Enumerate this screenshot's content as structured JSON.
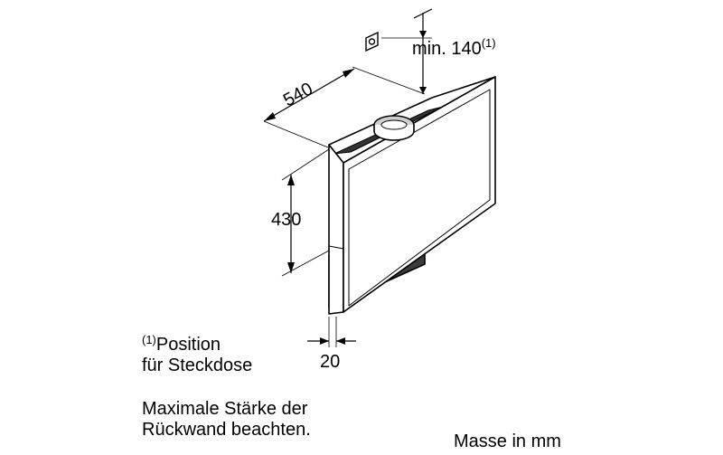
{
  "dimensions": {
    "depth": {
      "value": "540"
    },
    "height": {
      "value": "430"
    },
    "thickness": {
      "value": "20"
    },
    "socket_offset": {
      "prefix": "min. 140",
      "ref": "(1)"
    }
  },
  "notes": {
    "footnote": {
      "ref": "(1)",
      "line1": "Position",
      "line2": "für Steckdose"
    },
    "warning": {
      "line1": "Maximale Stärke der",
      "line2": "Rückwand beachten."
    },
    "units": "Masse in mm"
  },
  "icons": {
    "socket": "power-socket-icon",
    "duct": "exhaust-duct-icon"
  }
}
